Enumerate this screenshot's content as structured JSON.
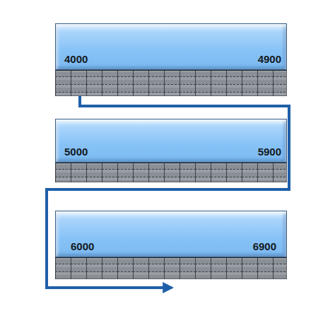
{
  "diagram": {
    "nodes": [
      {
        "text": [
          "4000",
          "4900"
        ]
      },
      {
        "text": [
          "5000",
          "5900"
        ]
      },
      {
        "text": [
          "6000",
          "6900"
        ]
      }
    ],
    "edges": [
      {
        "from": 0,
        "to": 1,
        "arrow": "none"
      },
      {
        "from": 1,
        "to": 2,
        "arrow": "to"
      }
    ]
  }
}
